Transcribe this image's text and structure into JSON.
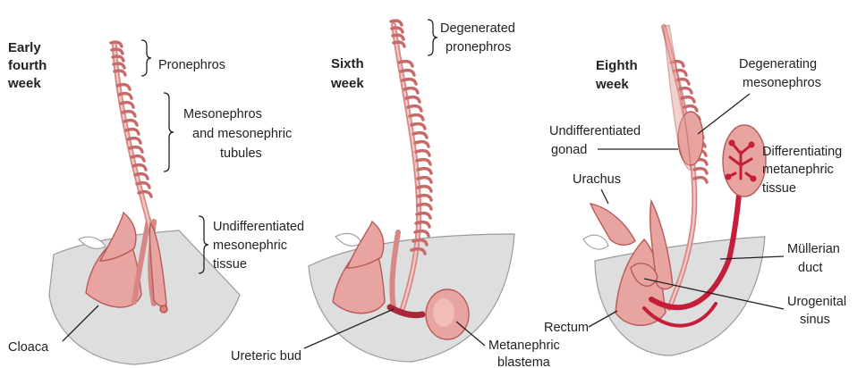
{
  "panels": [
    {
      "title_lines": [
        "Early",
        "fourth",
        "week"
      ],
      "labels": {
        "pronephros": "Pronephros",
        "mesonephros": [
          "Mesonephros",
          "and mesonephric",
          "tubules"
        ],
        "undiff_meso": [
          "Undifferentiated",
          "mesonephric",
          "tissue"
        ],
        "cloaca": "Cloaca"
      }
    },
    {
      "title_lines": [
        "Sixth",
        "week"
      ],
      "labels": {
        "degenerated": [
          "Degenerated",
          "pronephros"
        ],
        "ureteric_bud": "Ureteric bud",
        "metanephric_blastema": [
          "Metanephric",
          "blastema"
        ]
      }
    },
    {
      "title_lines": [
        "Eighth",
        "week"
      ],
      "labels": {
        "degenerating": [
          "Degenerating",
          "mesonephros"
        ],
        "undiff_gonad": [
          "Undifferentiated",
          "gonad"
        ],
        "differentiating": [
          "Differentiating",
          "metanephric",
          "tissue"
        ],
        "urachus": "Urachus",
        "mullerian": [
          "Müllerian",
          "duct"
        ],
        "urogenital": [
          "Urogenital",
          "sinus"
        ],
        "rectum": "Rectum"
      }
    }
  ]
}
